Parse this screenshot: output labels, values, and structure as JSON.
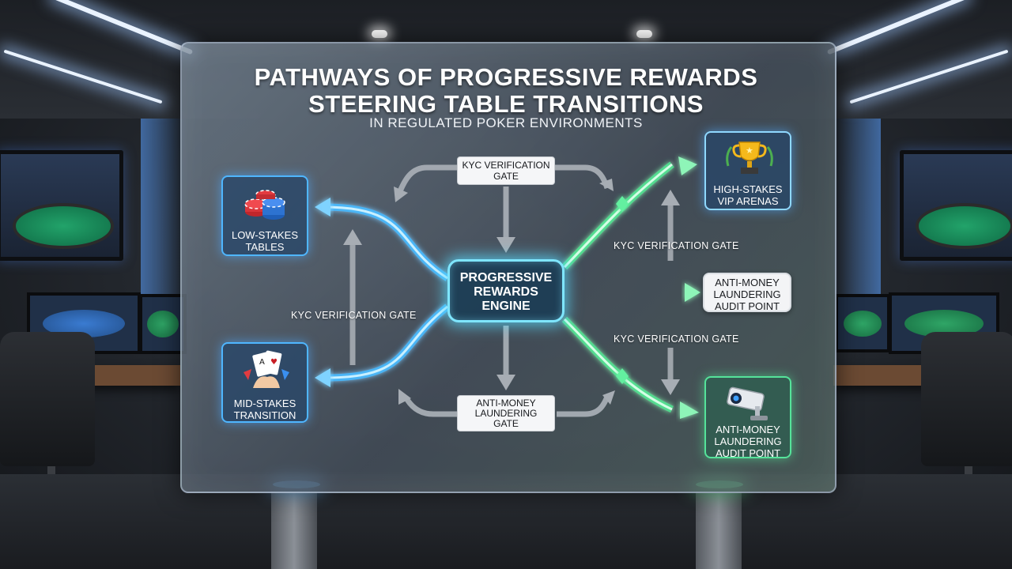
{
  "diagram": {
    "title_line1": "PATHWAYS OF PROGRESSIVE REWARDS",
    "title_line2": "STEERING TABLE TRANSITIONS",
    "subtitle": "IN REGULATED POKER ENVIRONMENTS",
    "center": {
      "line1": "PROGRESSIVE",
      "line2": "REWARDS",
      "line3": "ENGINE"
    },
    "nodes": {
      "low_stakes": {
        "line1": "LOW-STAKES",
        "line2": "TABLES"
      },
      "mid_stakes": {
        "line1": "MID-STAKES",
        "line2": "TRANSITION"
      },
      "high_stakes": {
        "line1": "HIGH-STAKES",
        "line2": "VIP ARENAS"
      },
      "aml_audit_mid": {
        "line1": "ANTI-MONEY",
        "line2": "LAUNDERING",
        "line3": "AUDIT POINT"
      },
      "aml_audit_bottom": {
        "line1": "ANTI-MONEY",
        "line2": "LAUNDERING",
        "line3": "AUDIT POINT"
      }
    },
    "gates": {
      "kyc_top": {
        "line1": "KYC VERIFICATION",
        "line2": "GATE"
      },
      "aml_bottom": {
        "line1": "ANTI-MONEY",
        "line2": "LAUNDERING",
        "line3": "GATE"
      },
      "kyc_left": "KYC VERIFICATION GATE",
      "kyc_right_upper": "KYC VERIFICATION GATE",
      "kyc_right_lower": "KYC VERIFICATION GATE"
    },
    "icons": {
      "low_stakes": "poker-chips-icon",
      "mid_stakes": "playing-cards-icon",
      "high_stakes": "trophy-icon",
      "aml_audit_bottom": "security-camera-icon"
    },
    "colors": {
      "blue_path": "#3fb8ff",
      "green_path": "#4be38f",
      "center_glow": "#7fe6ff"
    }
  }
}
